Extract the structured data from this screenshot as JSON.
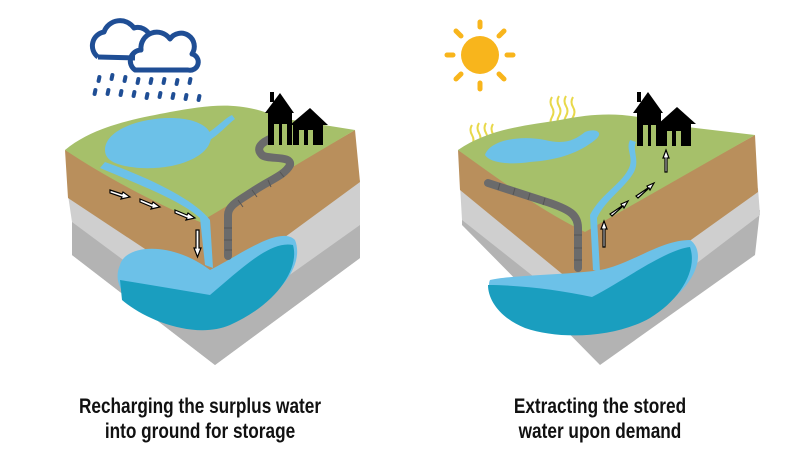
{
  "colors": {
    "grass": "#a6c06a",
    "soil": "#b98f5c",
    "rock_light": "#cfcfcf",
    "rock_dark": "#b3b3b3",
    "water_light": "#6cc1e8",
    "water_deep": "#1a9ebf",
    "pipe": "#6b6b6b",
    "cloud": "#1f4e95",
    "sun": "#f8b51c",
    "heat": "#e8d84a",
    "house": "#000000"
  },
  "left_panel": {
    "weather_icon": "rain-cloud-icon",
    "caption_line1": "Recharging the surplus water",
    "caption_line2": "into ground for storage",
    "flow_direction": "down"
  },
  "right_panel": {
    "weather_icon": "sun-icon",
    "caption_line1": "Extracting the stored",
    "caption_line2": "water upon demand",
    "flow_direction": "up"
  }
}
